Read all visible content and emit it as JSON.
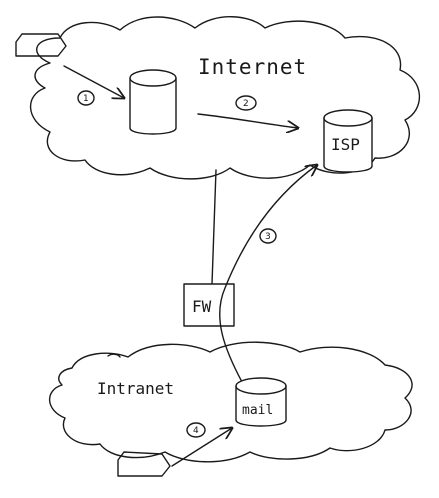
{
  "clouds": {
    "internet": {
      "label": "Internet"
    },
    "intranet": {
      "label": "Intranet"
    }
  },
  "nodes": {
    "isp": {
      "label": "ISP"
    },
    "firewall": {
      "label": "FW"
    },
    "mail": {
      "label": "mail"
    }
  },
  "steps": [
    "1",
    "2",
    "3",
    "4"
  ]
}
